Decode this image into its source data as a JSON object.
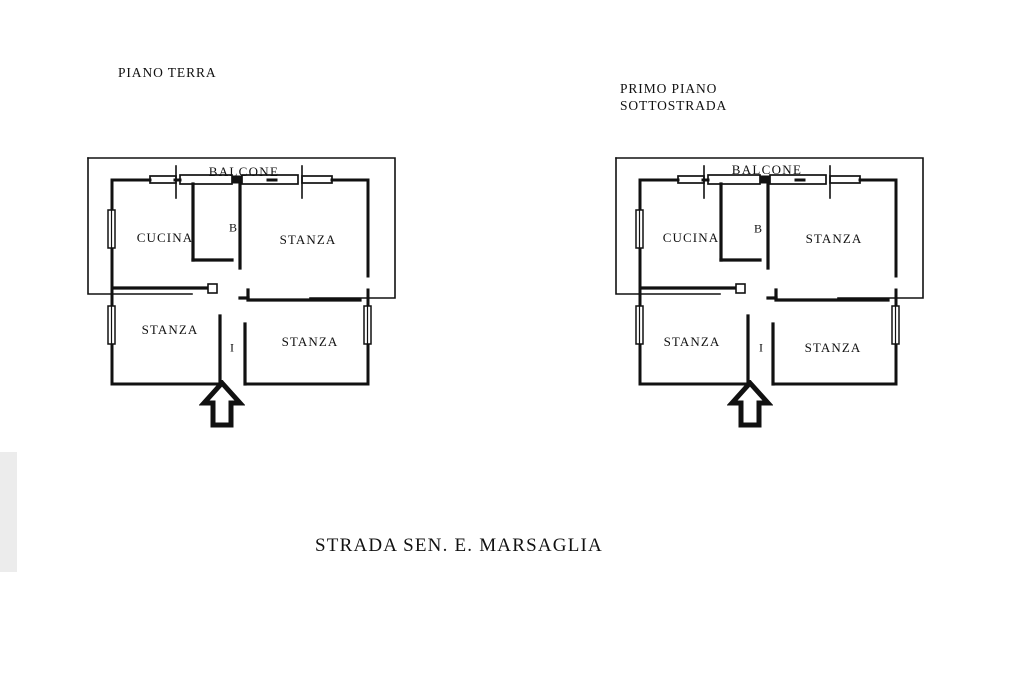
{
  "document": {
    "type": "architectural-floor-plan",
    "caption": "STRADA SEN. E. MARSAGLIA"
  },
  "plans": [
    {
      "id": "left",
      "title": "PIANO TERRA",
      "title_lines": [
        "PIANO TERRA"
      ],
      "balcony_label": "BALCONE",
      "rooms": [
        {
          "name": "CUCINA",
          "label": "CUCINA"
        },
        {
          "name": "bagno",
          "label": "B"
        },
        {
          "name": "stanza-top-right",
          "label": "STANZA"
        },
        {
          "name": "stanza-bottom-left",
          "label": "STANZA"
        },
        {
          "name": "ingresso",
          "label": "I"
        },
        {
          "name": "stanza-bottom-right",
          "label": "STANZA"
        }
      ],
      "entrance_marker": "up-arrow"
    },
    {
      "id": "right",
      "title": "PRIMO PIANO SOTTOSTRADA",
      "title_lines": [
        "PRIMO PIANO",
        "SOTTOSTRADA"
      ],
      "balcony_label": "BALCONE",
      "rooms": [
        {
          "name": "CUCINA",
          "label": "CUCINA"
        },
        {
          "name": "bagno",
          "label": "B"
        },
        {
          "name": "stanza-top-right",
          "label": "STANZA"
        },
        {
          "name": "stanza-bottom-left",
          "label": "STANZA"
        },
        {
          "name": "ingresso",
          "label": "I"
        },
        {
          "name": "stanza-bottom-right",
          "label": "STANZA"
        }
      ],
      "entrance_marker": "up-arrow"
    }
  ],
  "colors": {
    "ink": "#111111",
    "paper": "#ffffff",
    "artifact_grey": "#ececec"
  }
}
